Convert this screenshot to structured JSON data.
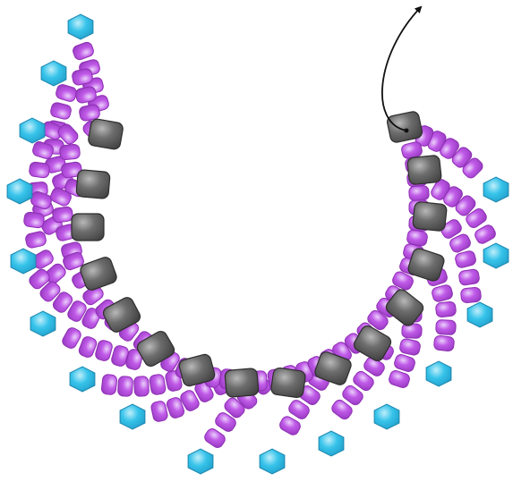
{
  "diagram": {
    "colors": {
      "background": "#ffffff",
      "seed_bead_fill": "#c05ae8",
      "seed_bead_light": "#ead0fa",
      "seed_bead_stroke": "#8e2fb3",
      "cube_bead_fill": "#6d6d6d",
      "cube_bead_light": "#b8b8b8",
      "cube_bead_stroke": "#2e2e2e",
      "crystal_fill": "#36c3ea",
      "crystal_light": "#bfeefa",
      "crystal_stroke": "#1d86ad",
      "thread": "#111111"
    },
    "bead_types": {
      "seed": "seed-bead",
      "cube": "cube-bead",
      "crystal": "bicone-crystal"
    },
    "thread_direction_arrow": "thread-direction-arrow-icon"
  }
}
